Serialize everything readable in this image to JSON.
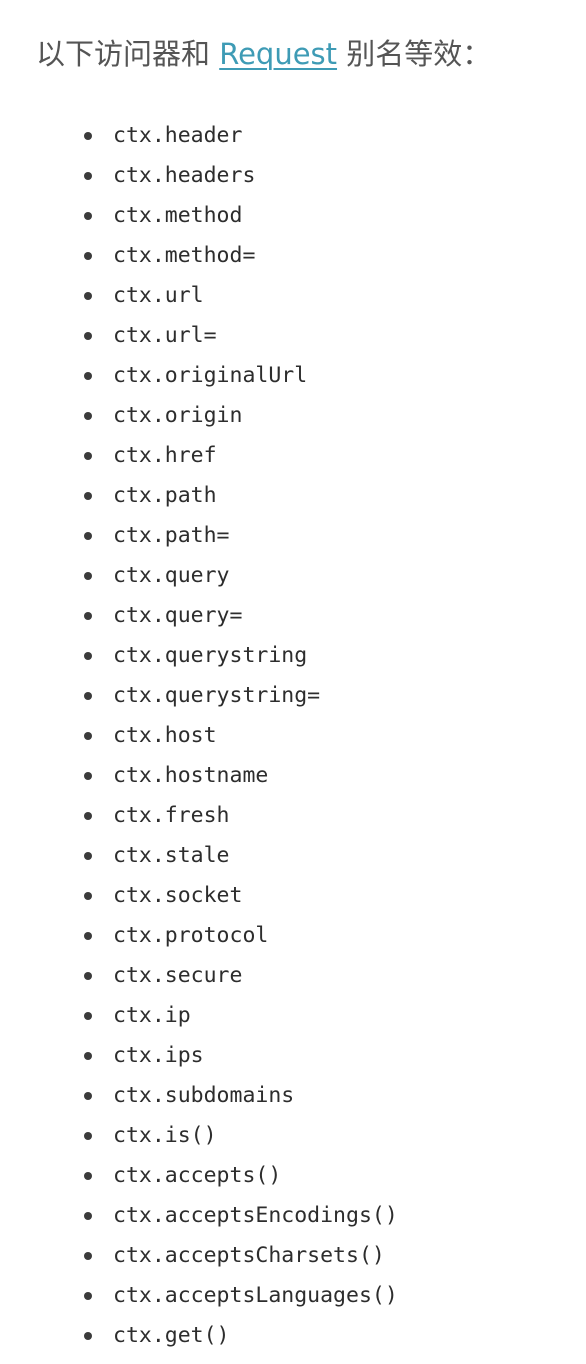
{
  "intro": {
    "prefix": "以下访问器和 ",
    "link_text": "Request",
    "suffix": " 别名等效："
  },
  "aliases": [
    "ctx.header",
    "ctx.headers",
    "ctx.method",
    "ctx.method=",
    "ctx.url",
    "ctx.url=",
    "ctx.originalUrl",
    "ctx.origin",
    "ctx.href",
    "ctx.path",
    "ctx.path=",
    "ctx.query",
    "ctx.query=",
    "ctx.querystring",
    "ctx.querystring=",
    "ctx.host",
    "ctx.hostname",
    "ctx.fresh",
    "ctx.stale",
    "ctx.socket",
    "ctx.protocol",
    "ctx.secure",
    "ctx.ip",
    "ctx.ips",
    "ctx.subdomains",
    "ctx.is()",
    "ctx.accepts()",
    "ctx.acceptsEncodings()",
    "ctx.acceptsCharsets()",
    "ctx.acceptsLanguages()",
    "ctx.get()"
  ],
  "colors": {
    "link": "#3e9bb5",
    "text": "#555555",
    "code": "#2d2d2d"
  }
}
